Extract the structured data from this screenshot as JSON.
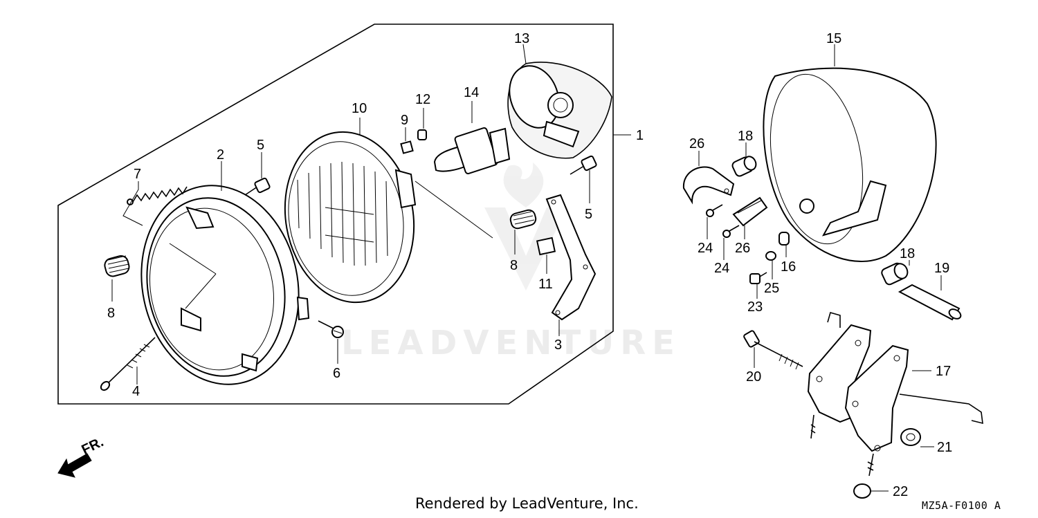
{
  "diagram": {
    "watermark": "LEADVENTURE",
    "front_indicator": "FR.",
    "footer_credit": "Rendered by LeadVenture, Inc.",
    "diagram_code": "MZ5A-F0100 A",
    "callouts": [
      "1",
      "2",
      "3",
      "4",
      "5",
      "5",
      "6",
      "7",
      "8",
      "8",
      "9",
      "10",
      "11",
      "12",
      "13",
      "14",
      "15",
      "16",
      "17",
      "18",
      "18",
      "19",
      "20",
      "21",
      "22",
      "23",
      "24",
      "24",
      "25",
      "26",
      "26"
    ]
  }
}
